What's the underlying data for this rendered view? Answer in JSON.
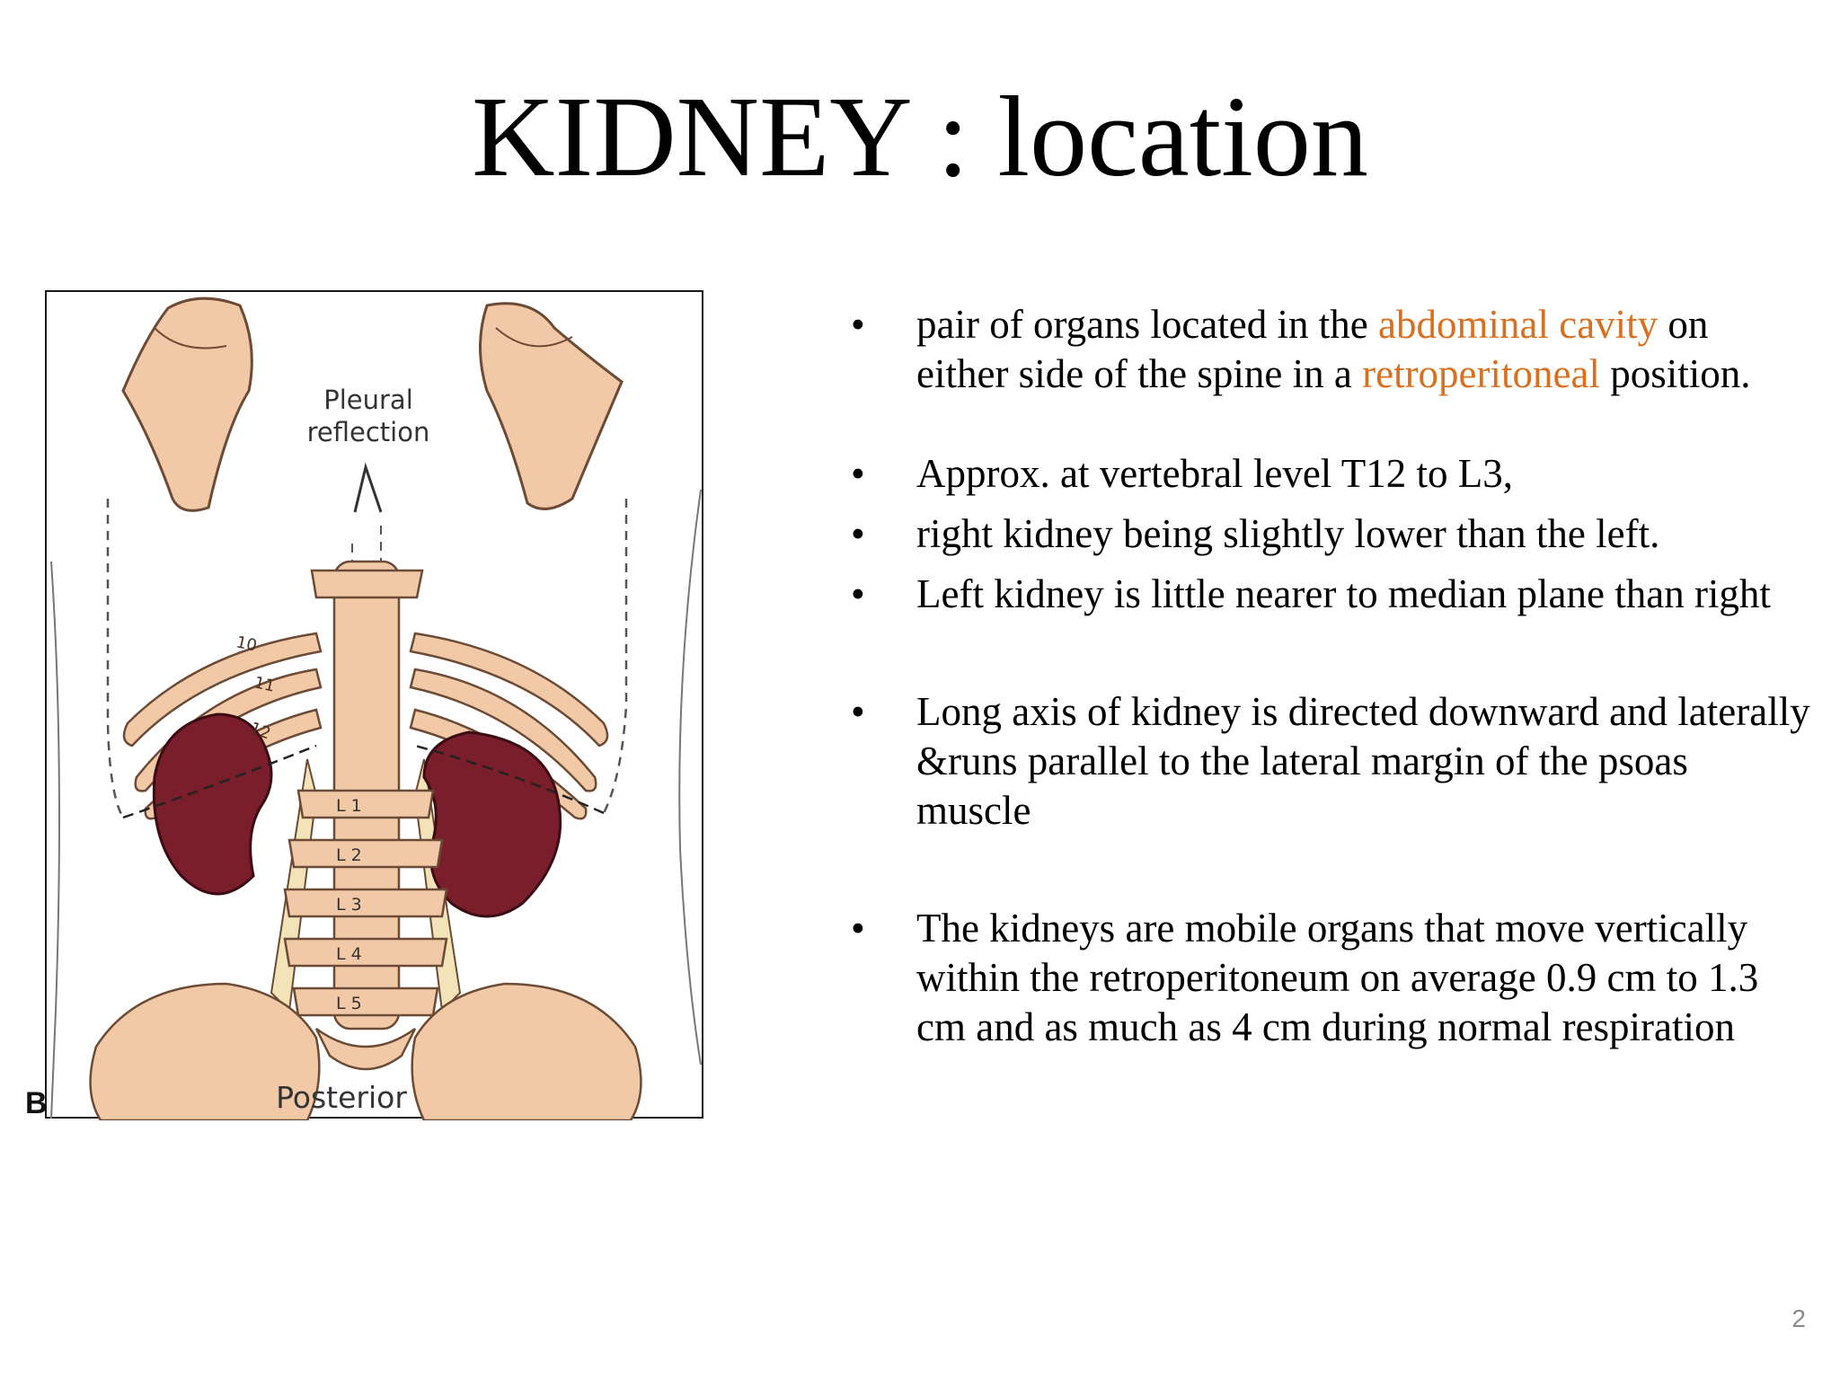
{
  "slide": {
    "title": "KIDNEY : location",
    "page_number": "2"
  },
  "figure": {
    "label_pleural_line1": "Pleural",
    "label_pleural_line2": "reflection",
    "label_posterior": "Posterior",
    "panel_letter": "B",
    "vertebra_labels": [
      "L 1",
      "L 2",
      "L 3",
      "L 4",
      "L 5"
    ],
    "rib_labels": [
      "10",
      "11",
      "12"
    ],
    "colors": {
      "bone": "#f2c9a6",
      "bone_outline": "#6b4a36",
      "kidney": "#7a1e2c",
      "psoas": "#f3e3b8"
    }
  },
  "bullets": [
    {
      "parts": [
        {
          "text": "pair of organs located in the ",
          "highlight": false
        },
        {
          "text": "abdominal cavity",
          "highlight": true
        },
        {
          "text": " on either side of the spine in a ",
          "highlight": false
        },
        {
          "text": "retroperitoneal",
          "highlight": true
        },
        {
          "text": " position.",
          "highlight": false
        }
      ]
    },
    {
      "text": "Approx. at vertebral level T12 to L3,"
    },
    {
      "text": " right kidney being slightly lower  than the left."
    },
    {
      "text": "Left kidney is little nearer to median plane than right"
    },
    {
      "text": "Long axis of kidney is directed downward and laterally &runs parallel to the lateral margin of the psoas muscle"
    },
    {
      "text": "The kidneys are mobile organs that move vertically within the retroperitoneum on average 0.9 cm to 1.3 cm and as much as 4 cm during normal respiration"
    }
  ],
  "theme": {
    "highlight_color": "#d9701f",
    "text_color": "#000000"
  }
}
